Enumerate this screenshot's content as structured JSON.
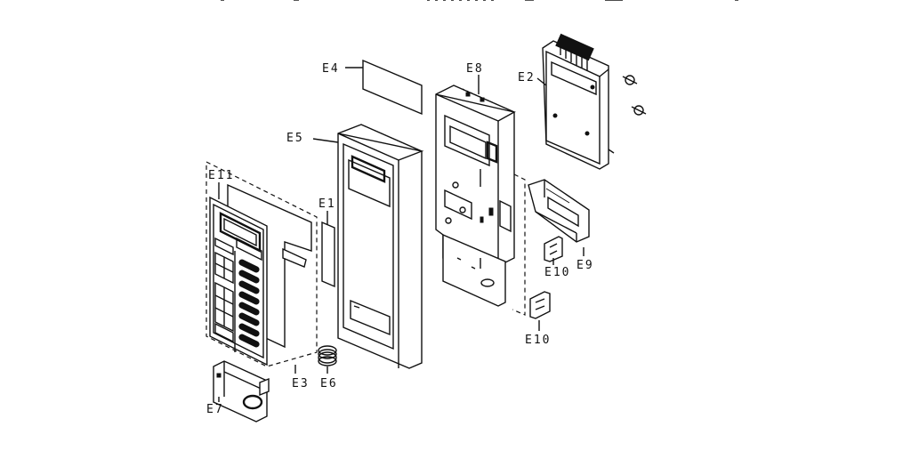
{
  "labels": {
    "e1": "E1",
    "e2": "E2",
    "e3": "E3",
    "e4": "E4",
    "e5": "E5",
    "e6": "E6",
    "e7": "E7",
    "e8": "E8",
    "e9": "E9",
    "e10_top": "E10",
    "e10_bottom": "E10",
    "e11": "E11"
  }
}
